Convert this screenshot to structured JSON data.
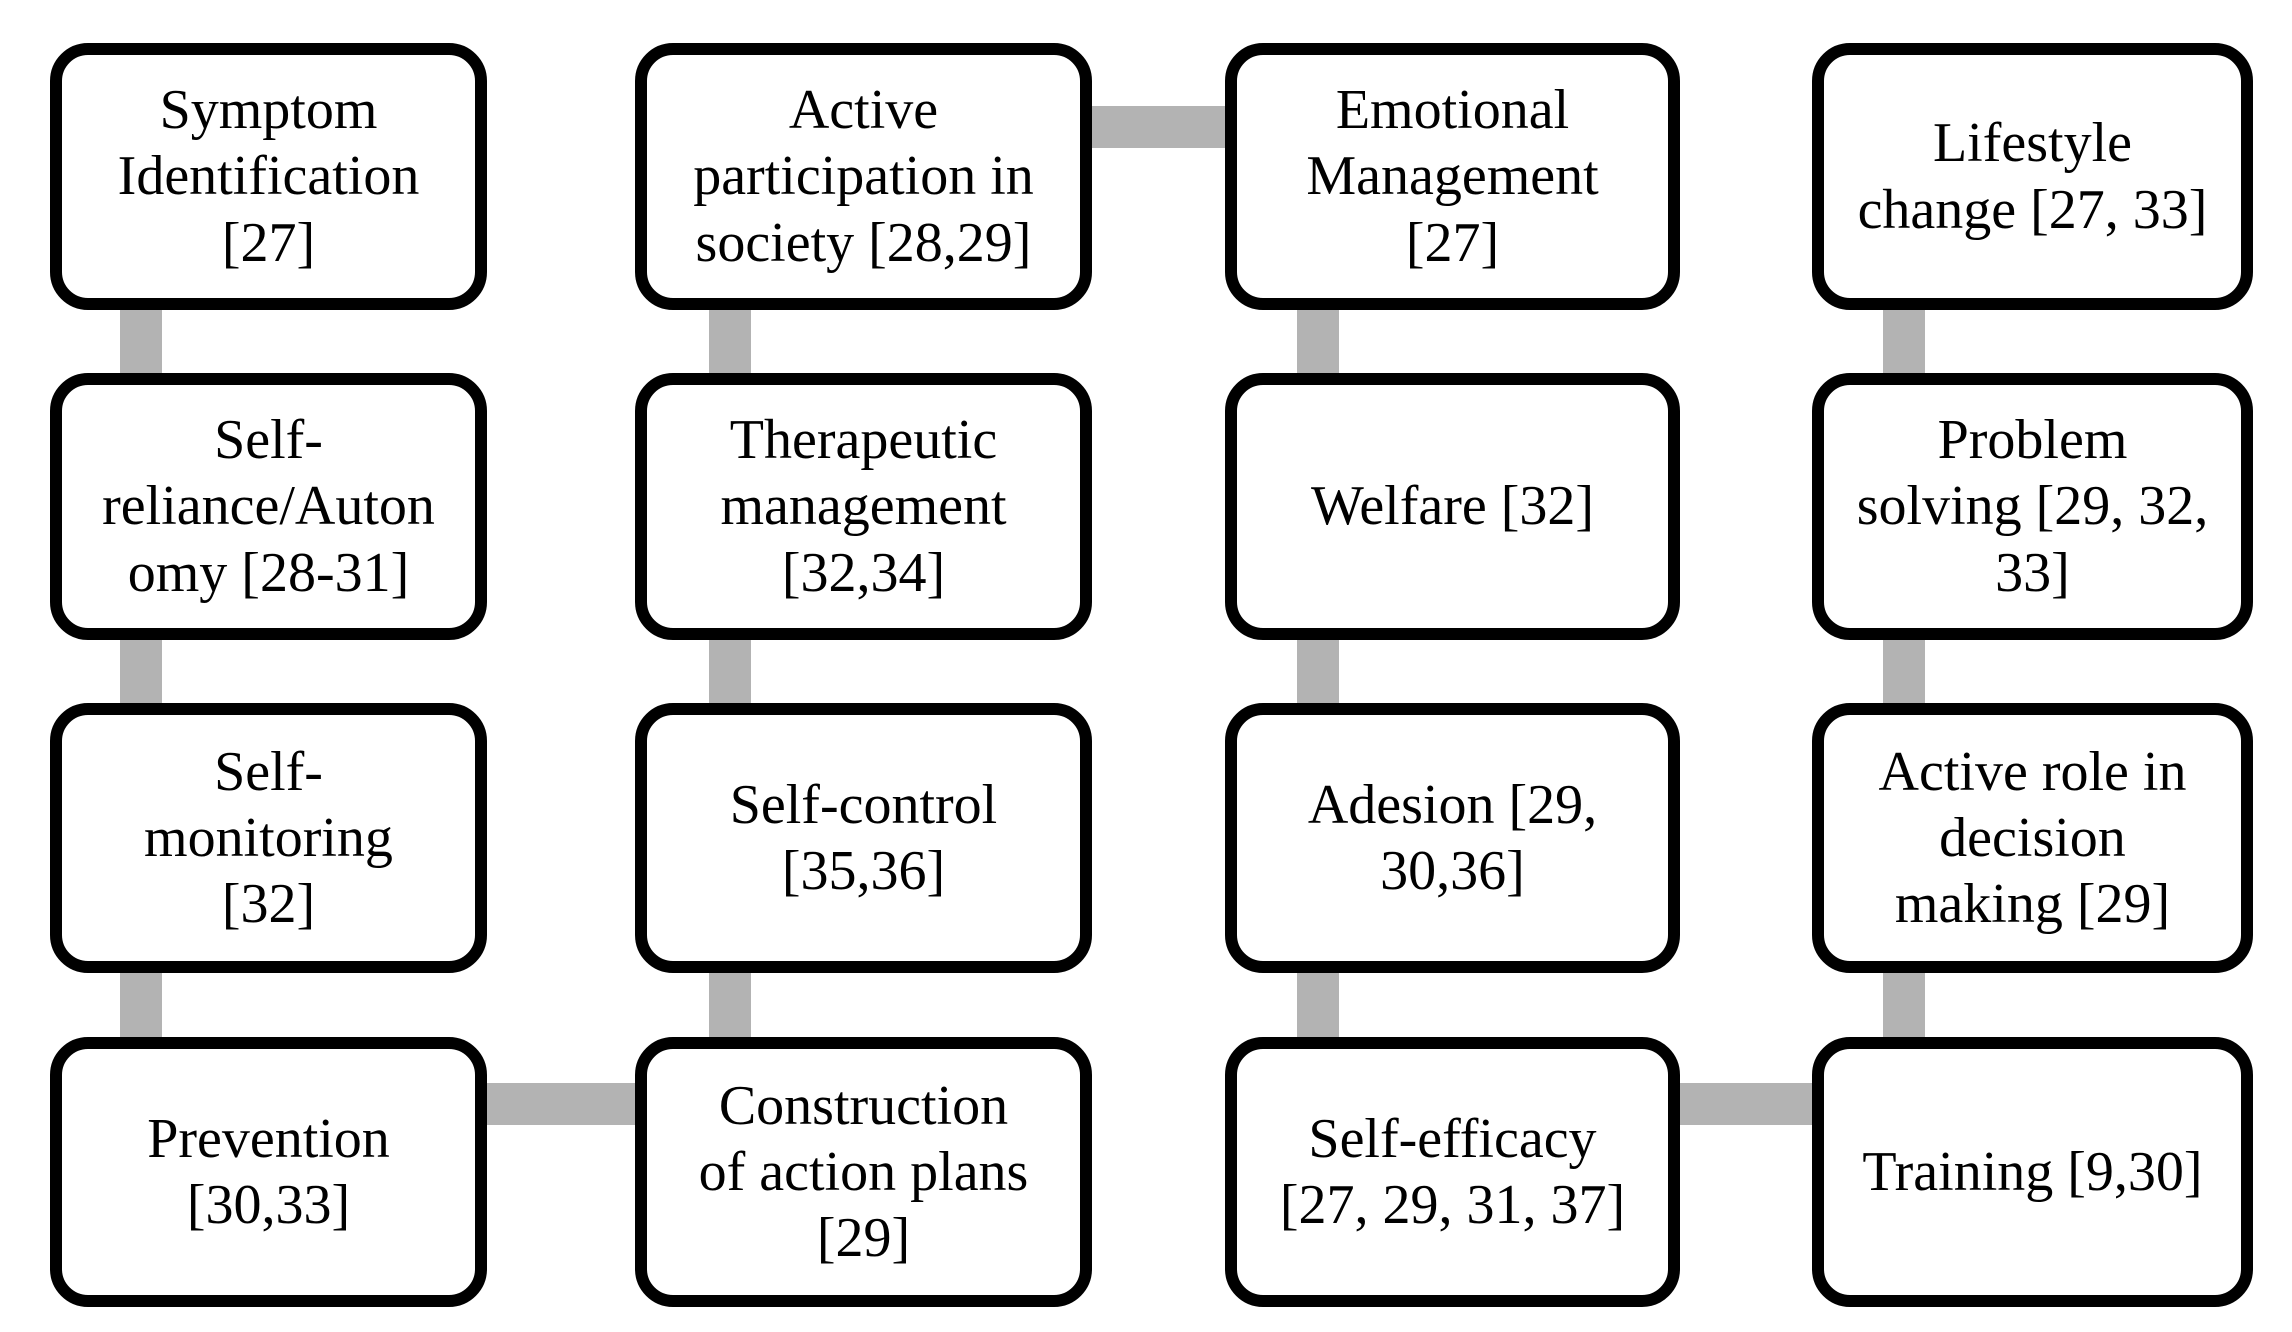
{
  "colors": {
    "connector_gray": "#b3b3b3",
    "box_border": "#000000",
    "box_fill": "#ffffff",
    "text": "#000000"
  },
  "nodes": [
    {
      "id": "symptom-identification",
      "label": "Symptom Identification [27]",
      "lines": [
        "Symptom",
        "Identification",
        "[27]"
      ],
      "col": 1,
      "row": 1
    },
    {
      "id": "active-participation-society",
      "label": "Active participation in society [28,29]",
      "lines": [
        "Active",
        "participation in",
        "society [28,29]"
      ],
      "col": 2,
      "row": 1
    },
    {
      "id": "emotional-management",
      "label": "Emotional Management [27]",
      "lines": [
        "Emotional",
        "Management",
        "[27]"
      ],
      "col": 3,
      "row": 1
    },
    {
      "id": "lifestyle-change",
      "label": "Lifestyle change [27, 33]",
      "lines": [
        "Lifestyle",
        "change [27, 33]"
      ],
      "col": 4,
      "row": 1
    },
    {
      "id": "self-reliance-autonomy",
      "label": "Self-reliance/Autonomy [28-31]",
      "lines": [
        "Self-",
        "reliance/Auton",
        "omy [28-31]"
      ],
      "col": 1,
      "row": 2
    },
    {
      "id": "therapeutic-management",
      "label": "Therapeutic management [32,34]",
      "lines": [
        "Therapeutic",
        "management",
        "[32,34]"
      ],
      "col": 2,
      "row": 2
    },
    {
      "id": "welfare",
      "label": "Welfare [32]",
      "lines": [
        "Welfare [32]"
      ],
      "col": 3,
      "row": 2
    },
    {
      "id": "problem-solving",
      "label": "Problem solving [29, 32, 33]",
      "lines": [
        "Problem",
        "solving [29, 32,",
        "33]"
      ],
      "col": 4,
      "row": 2
    },
    {
      "id": "self-monitoring",
      "label": "Self-monitoring [32]",
      "lines": [
        "Self-",
        "monitoring",
        "[32]"
      ],
      "col": 1,
      "row": 3
    },
    {
      "id": "self-control",
      "label": "Self-control [35,36]",
      "lines": [
        "Self-control",
        "[35,36]"
      ],
      "col": 2,
      "row": 3
    },
    {
      "id": "adesion",
      "label": "Adesion [29, 30,36]",
      "lines": [
        "Adesion [29,",
        "30,36]"
      ],
      "col": 3,
      "row": 3
    },
    {
      "id": "active-role-decision-making",
      "label": "Active role in decision making [29]",
      "lines": [
        "Active role in",
        "decision",
        "making [29]"
      ],
      "col": 4,
      "row": 3
    },
    {
      "id": "prevention",
      "label": "Prevention [30,33]",
      "lines": [
        "Prevention",
        "[30,33]"
      ],
      "col": 1,
      "row": 4
    },
    {
      "id": "construction-action-plans",
      "label": "Construction of action plans [29]",
      "lines": [
        "Construction",
        "of action plans",
        "[29]"
      ],
      "col": 2,
      "row": 4
    },
    {
      "id": "self-efficacy",
      "label": "Self-efficacy [27, 29, 31, 37]",
      "lines": [
        "Self-efficacy",
        "[27, 29, 31, 37]"
      ],
      "col": 3,
      "row": 4
    },
    {
      "id": "training",
      "label": "Training [9,30]",
      "lines": [
        "Training [9,30]"
      ],
      "col": 4,
      "row": 4
    }
  ],
  "edges": [
    {
      "from": "symptom-identification",
      "to": "self-reliance-autonomy",
      "type": "vertical"
    },
    {
      "from": "self-reliance-autonomy",
      "to": "self-monitoring",
      "type": "vertical"
    },
    {
      "from": "self-monitoring",
      "to": "prevention",
      "type": "vertical"
    },
    {
      "from": "active-participation-society",
      "to": "therapeutic-management",
      "type": "vertical"
    },
    {
      "from": "therapeutic-management",
      "to": "self-control",
      "type": "vertical"
    },
    {
      "from": "self-control",
      "to": "construction-action-plans",
      "type": "vertical"
    },
    {
      "from": "emotional-management",
      "to": "welfare",
      "type": "vertical"
    },
    {
      "from": "welfare",
      "to": "adesion",
      "type": "vertical"
    },
    {
      "from": "adesion",
      "to": "self-efficacy",
      "type": "vertical"
    },
    {
      "from": "lifestyle-change",
      "to": "problem-solving",
      "type": "vertical"
    },
    {
      "from": "problem-solving",
      "to": "active-role-decision-making",
      "type": "vertical"
    },
    {
      "from": "active-role-decision-making",
      "to": "training",
      "type": "vertical"
    },
    {
      "from": "active-participation-society",
      "to": "emotional-management",
      "type": "horizontal"
    },
    {
      "from": "prevention",
      "to": "construction-action-plans",
      "type": "horizontal"
    },
    {
      "from": "self-efficacy",
      "to": "training",
      "type": "horizontal"
    }
  ]
}
